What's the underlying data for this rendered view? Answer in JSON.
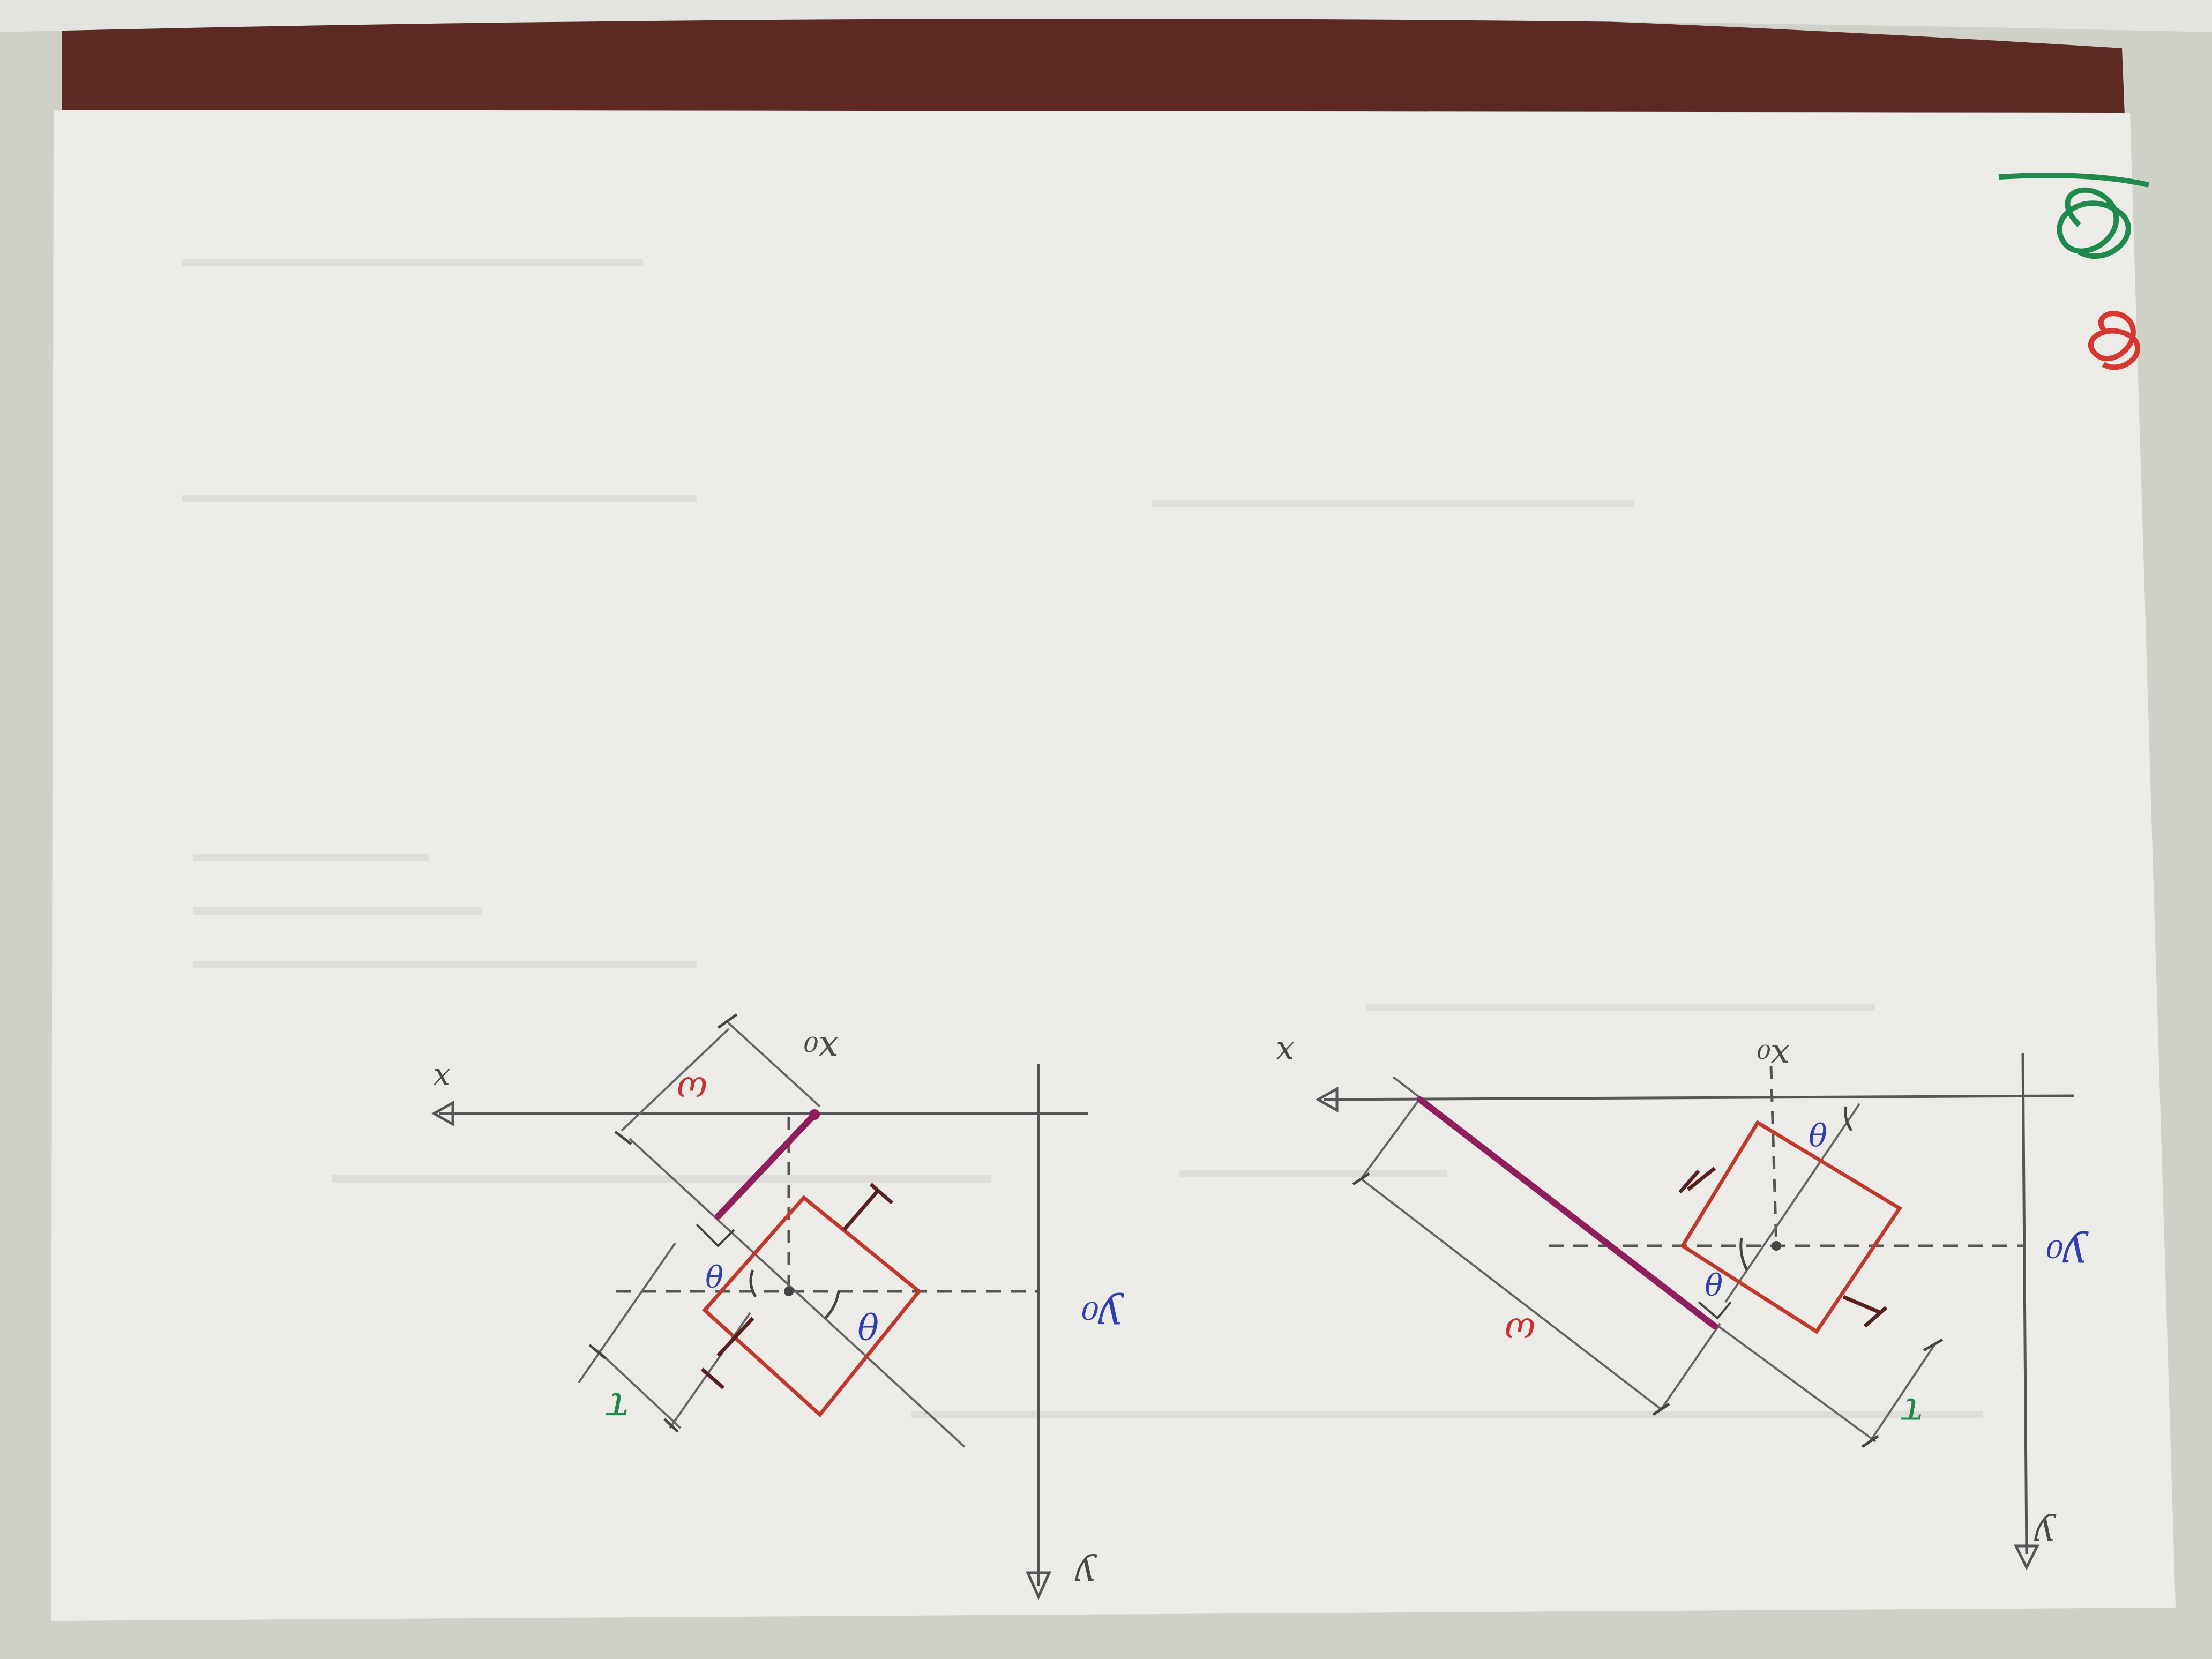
{
  "photo": {
    "description_colors": {
      "paper": "#ecebe8",
      "pencil": "#5a5a5a",
      "red_ink": "#c0392b",
      "purple_ink": "#8e1f5c",
      "blue_ink": "#2f3fae",
      "green_ink": "#1f8a4c"
    }
  },
  "left_drawing": {
    "axis_x": "x",
    "axis_y": "y",
    "axis_x0": "x₀",
    "axis_y0": "y₀",
    "angle_1": "θ",
    "angle_2": "θ",
    "dim_omega": "ω",
    "dim_tau": "τ"
  },
  "right_drawing": {
    "axis_x": "x",
    "axis_y": "y",
    "axis_x0": "x₀",
    "axis_y0": "y₀",
    "angle_1": "θ",
    "angle_2": "θ",
    "dim_omega": "ω",
    "dim_tau": "τ"
  }
}
